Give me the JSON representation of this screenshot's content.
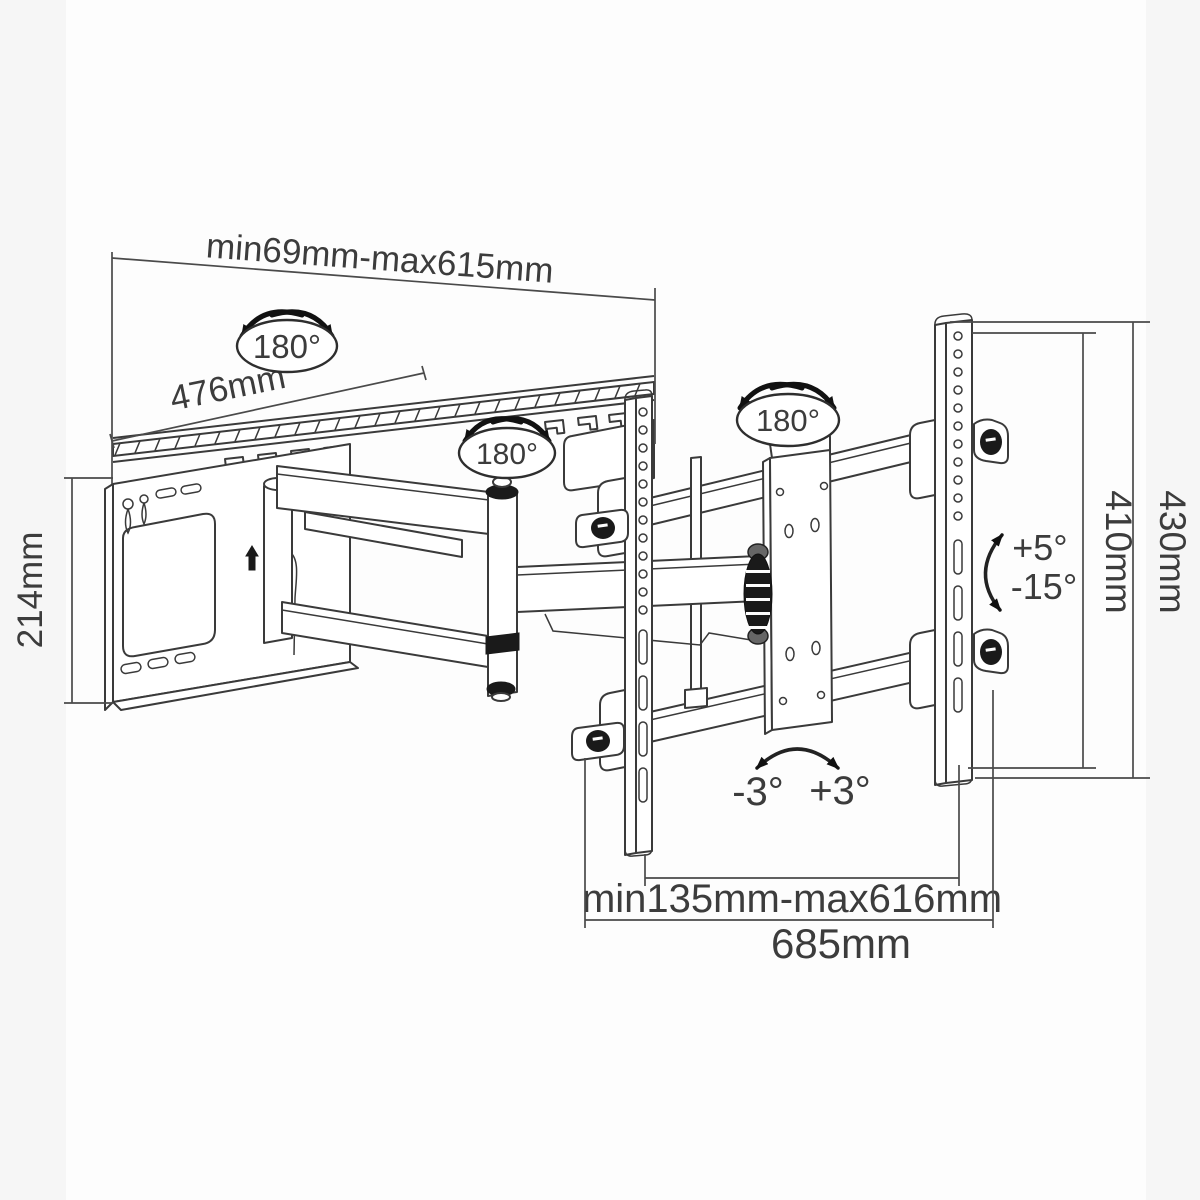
{
  "dimensions": {
    "extension_range": "min69mm-max615mm",
    "wall_plate_width": "476mm",
    "wall_plate_height": "214mm",
    "rail_inner_height": "410mm",
    "rail_outer_height": "430mm",
    "bracket_width_range": "min135mm-max616mm",
    "bracket_total_width": "685mm"
  },
  "angles": {
    "swivel_wall": "180°",
    "swivel_arm": "180°",
    "swivel_head": "180°",
    "tilt_up": "+5°",
    "tilt_down": "-15°",
    "level_left": "-3°",
    "level_right": "+3°"
  },
  "colors": {
    "line": "#3a3a3a",
    "accent_black": "#1a1a1a",
    "background": "#fdfdfd"
  }
}
